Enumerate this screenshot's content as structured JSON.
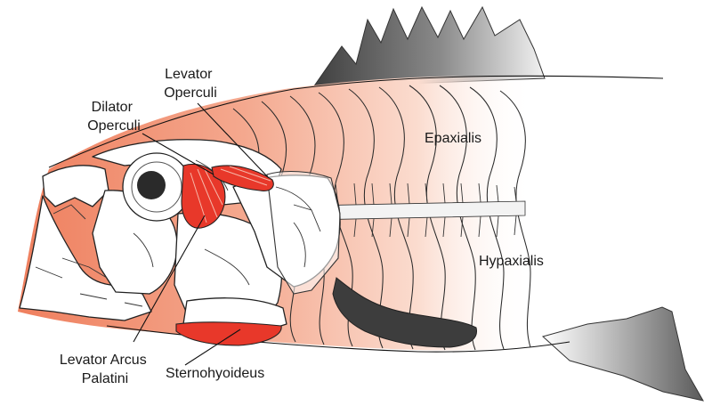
{
  "labels": {
    "levator_operculi": [
      "Levator",
      "Operculi"
    ],
    "dilator_operculi": [
      "Dilator",
      "Operculi"
    ],
    "epaxialis": "Epaxialis",
    "hypaxialis": "Hypaxialis",
    "levator_arcus_palatini": [
      "Levator Arcus",
      "Palatini"
    ],
    "sternohyoideus": "Sternohyoideus"
  },
  "colors": {
    "muscle_red": "#e8382a",
    "body_gradient_start": "#ef8a6a",
    "fin_gray": "#555555",
    "outline": "#222222"
  }
}
